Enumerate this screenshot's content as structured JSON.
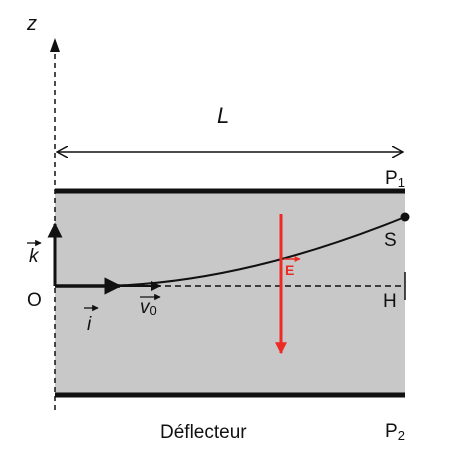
{
  "labels": {
    "z_axis": "z",
    "length": "L",
    "plate_top": "P",
    "plate_top_sub": "1",
    "plate_bottom": "P",
    "plate_bottom_sub": "2",
    "point_s": "S",
    "point_h": "H",
    "origin": "O",
    "vector_k": "k",
    "vector_i": "i",
    "velocity": "v",
    "velocity_sub": "0",
    "field": "E",
    "caption": "Déflecteur"
  },
  "colors": {
    "field": "#ee2a24",
    "region": "#c8c8c8",
    "ink": "#111111"
  },
  "icons": {
    "axis_arrow": "arrow-up-icon",
    "length_arrow": "double-arrow-icon",
    "field_arrow": "arrow-down-icon"
  }
}
